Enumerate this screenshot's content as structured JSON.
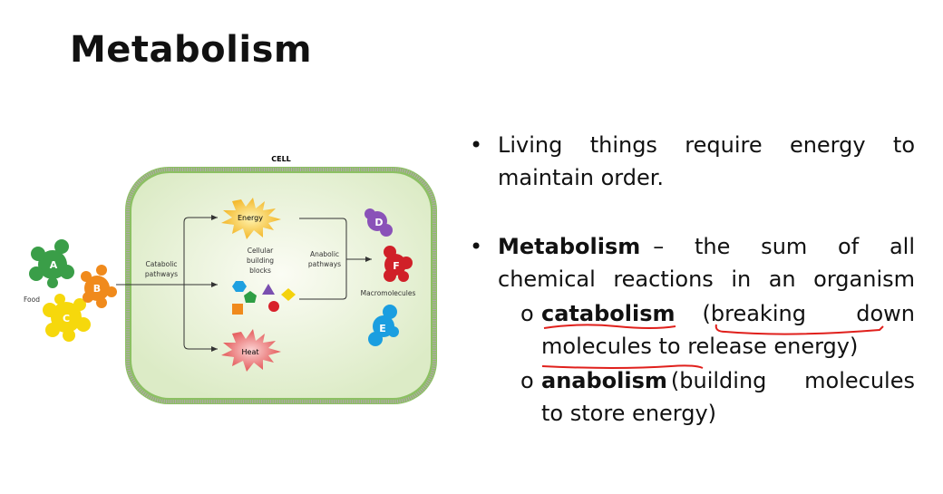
{
  "title": "Metabolism",
  "diagram": {
    "cell_label": "CELL",
    "food_label": "Food",
    "catabolic": [
      "Catabolic",
      "pathways"
    ],
    "anabolic": [
      "Anabolic",
      "pathways"
    ],
    "energy": "Energy",
    "heat": "Heat",
    "blocks": [
      "Cellular",
      "building",
      "blocks"
    ],
    "macromolecules": "Macromolecules",
    "food_items": [
      "A",
      "B",
      "C"
    ],
    "macro_items": [
      "D",
      "F",
      "E"
    ]
  },
  "bullets": [
    {
      "lines": [
        "Living things require energy to",
        "maintain order."
      ]
    },
    {
      "bold": "Metabolism",
      "lines": [
        " – the sum of all",
        "chemical reactions in an organism"
      ]
    }
  ],
  "sub_bullets": [
    {
      "marker": "o",
      "bold": "catabolism",
      "rest": " (breaking down",
      "line2": "molecules to release energy)"
    },
    {
      "marker": "o",
      "bold": "anabolism",
      "rest": " (building molecules",
      "line2": "to store energy)"
    }
  ],
  "colors": {
    "ink": "#e0201c",
    "cell": "#e8f2d8",
    "membrane": "#8cc063"
  }
}
